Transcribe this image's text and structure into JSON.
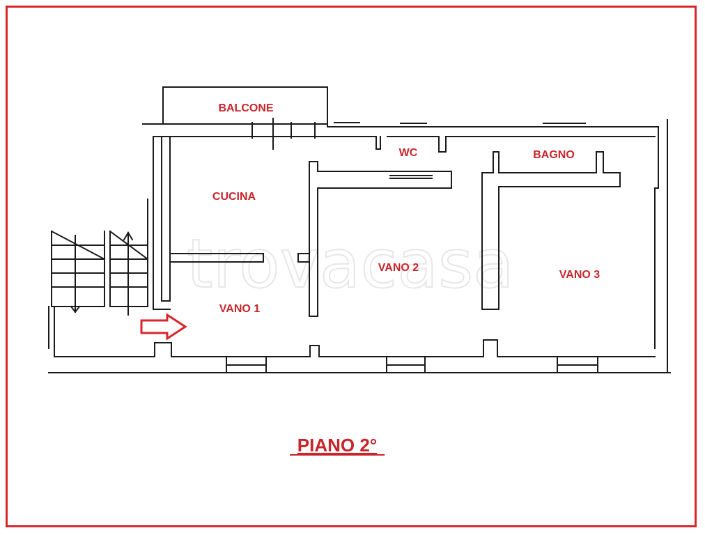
{
  "title": "PIANO 2°",
  "watermark": "trovacasa",
  "rooms": {
    "balcone": "BALCONE",
    "wc": "WC",
    "bagno": "BAGNO",
    "cucina": "CUCINA",
    "vano1": "VANO 1",
    "vano2": "VANO 2",
    "vano3": "VANO 3"
  },
  "colors": {
    "frame": "#d9262b",
    "label": "#c8242a",
    "wall": "#1a1a1a"
  }
}
